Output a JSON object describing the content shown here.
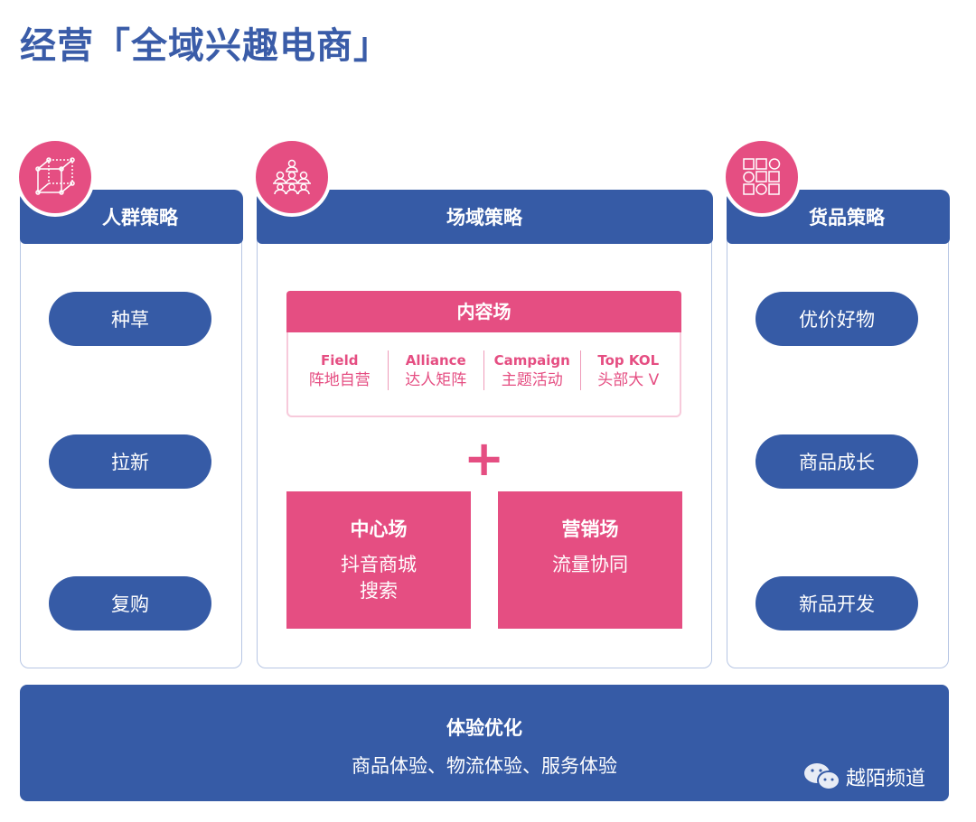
{
  "title": "经营「全域兴趣电商」",
  "columns": {
    "left": {
      "title": "人群策略",
      "icon": "cube-network-icon",
      "items": [
        "种草",
        "拉新",
        "复购"
      ]
    },
    "middle": {
      "title": "场域策略",
      "icon": "audience-group-icon"
    },
    "right": {
      "title": "货品策略",
      "icon": "product-grid-icon",
      "items": [
        "优价好物",
        "商品成长",
        "新品开发"
      ]
    }
  },
  "content_field": {
    "title": "内容场",
    "items": [
      {
        "en": "Field",
        "cn": "阵地自营"
      },
      {
        "en": "Alliance",
        "cn": "达人矩阵"
      },
      {
        "en": "Campaign",
        "cn": "主题活动"
      },
      {
        "en": "Top KOL",
        "cn": "头部大 V"
      }
    ]
  },
  "plus": "+",
  "center_field": {
    "title": "中心场",
    "line1": "抖音商城",
    "line2": "搜索"
  },
  "marketing_field": {
    "title": "营销场",
    "line1": "流量协同"
  },
  "bottom": {
    "title": "体验优化",
    "subtitle": "商品体验、物流体验、服务体验"
  },
  "watermark": "越陌频道",
  "colors": {
    "blue": "#365ba6",
    "pink": "#e54e82"
  }
}
